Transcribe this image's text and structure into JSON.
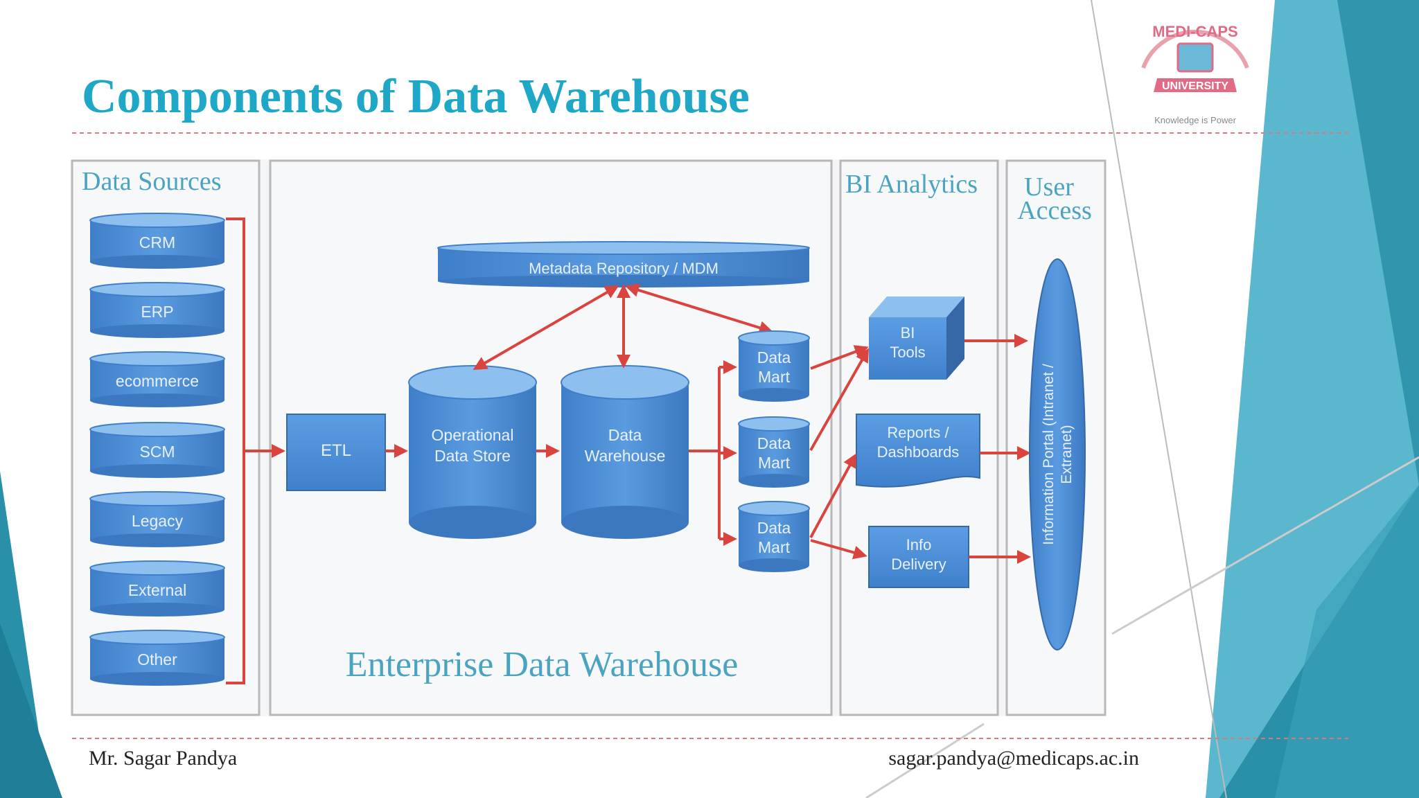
{
  "slide": {
    "title": "Components of Data Warehouse",
    "footer_left": "Mr. Sagar Pandya",
    "footer_right": "sagar.pandya@medicaps.ac.in"
  },
  "logo": {
    "university_name": "MEDI-CAPS",
    "university_word": "UNIVERSITY",
    "tagline": "Knowledge is Power"
  },
  "diagram": {
    "sections": {
      "data_sources": "Data Sources",
      "edw": "Enterprise Data Warehouse",
      "bi_analytics": "BI Analytics",
      "user_access_line1": "User",
      "user_access_line2": "Access"
    },
    "sources": [
      "CRM",
      "ERP",
      "ecommerce",
      "SCM",
      "Legacy",
      "External",
      "Other"
    ],
    "etl": "ETL",
    "metadata": "Metadata Repository / MDM",
    "ods": [
      "Operational",
      "Data Store"
    ],
    "dw": [
      "Data",
      "Warehouse"
    ],
    "marts": [
      [
        "Data",
        "Mart"
      ],
      [
        "Data",
        "Mart"
      ],
      [
        "Data",
        "Mart"
      ]
    ],
    "bi_tools": [
      "BI",
      "Tools"
    ],
    "reports": [
      "Reports /",
      "Dashboards"
    ],
    "info_delivery": [
      "Info",
      "Delivery"
    ],
    "portal": [
      "Information Portal (Intranet /",
      "Extranet)"
    ]
  },
  "colors": {
    "title": "#1ea7c6",
    "teal_dark": "#2a8fa8",
    "teal_light": "#5bb7cd",
    "shape_blue": "#4b8fd6",
    "shape_top": "#8ec0ef",
    "arrow_red": "#d9443f",
    "section_text": "#4aa3bf"
  }
}
